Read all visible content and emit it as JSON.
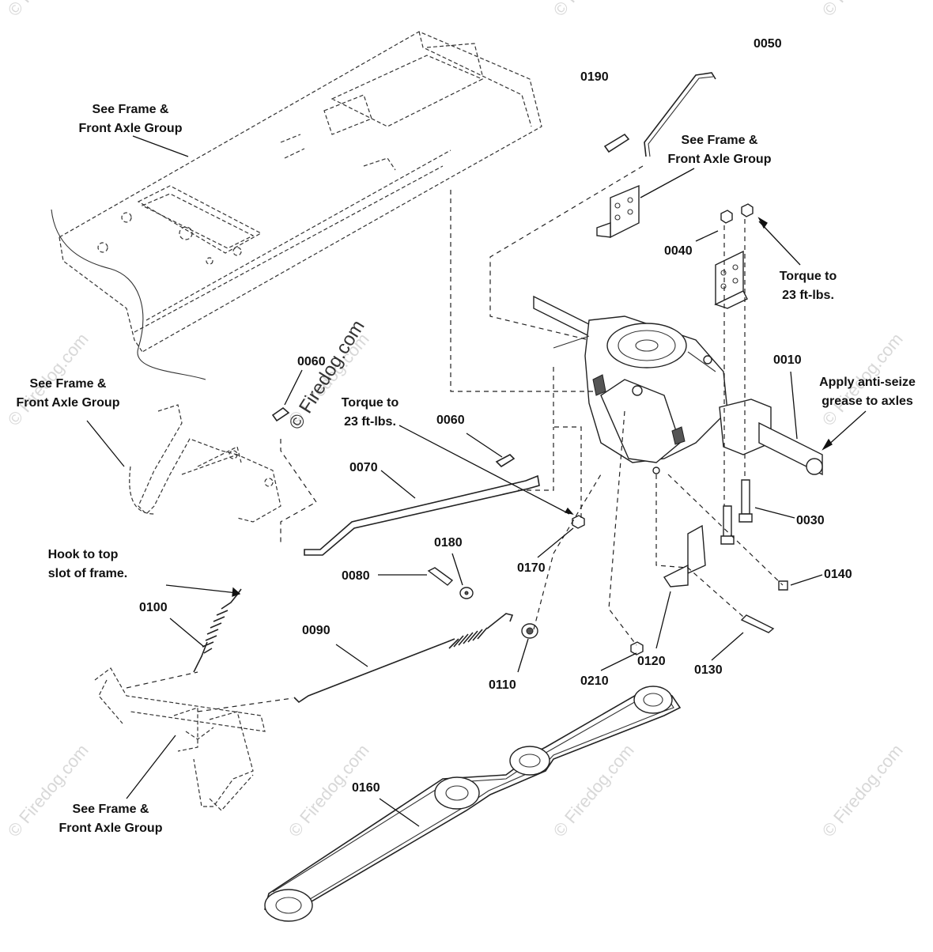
{
  "watermark": {
    "main": "© Firedog.com",
    "tile": "© Firedog.com"
  },
  "callouts": {
    "c0050": "0050",
    "c0190": "0190",
    "c0040": "0040",
    "c0010": "0010",
    "c0060a": "0060",
    "c0060b": "0060",
    "c0070": "0070",
    "c0170": "0170",
    "c0180": "0180",
    "c0080": "0080",
    "c0030": "0030",
    "c0140": "0140",
    "c0100": "0100",
    "c0090": "0090",
    "c0110": "0110",
    "c0210": "0210",
    "c0120": "0120",
    "c0130": "0130",
    "c0160": "0160"
  },
  "notes": {
    "frame_top": [
      "See Frame &",
      "Front Axle Group"
    ],
    "frame_right": [
      "See Frame &",
      "Front Axle Group"
    ],
    "frame_left": [
      "See Frame &",
      "Front Axle Group"
    ],
    "frame_bottom": [
      "See Frame &",
      "Front Axle Group"
    ],
    "torque_right": [
      "Torque to",
      "23 ft-lbs."
    ],
    "torque_mid": [
      "Torque to",
      "23 ft-lbs."
    ],
    "antiseize": [
      "Apply anti-seize",
      "grease to axles"
    ],
    "hook": [
      "Hook to top",
      "slot of frame."
    ]
  },
  "icons": [
    "frame-chassis-icon",
    "transaxle-icon",
    "pedal-icon",
    "belt-icon",
    "spring-icon",
    "bolt-icon",
    "nut-icon",
    "bracket-icon",
    "rod-icon"
  ]
}
